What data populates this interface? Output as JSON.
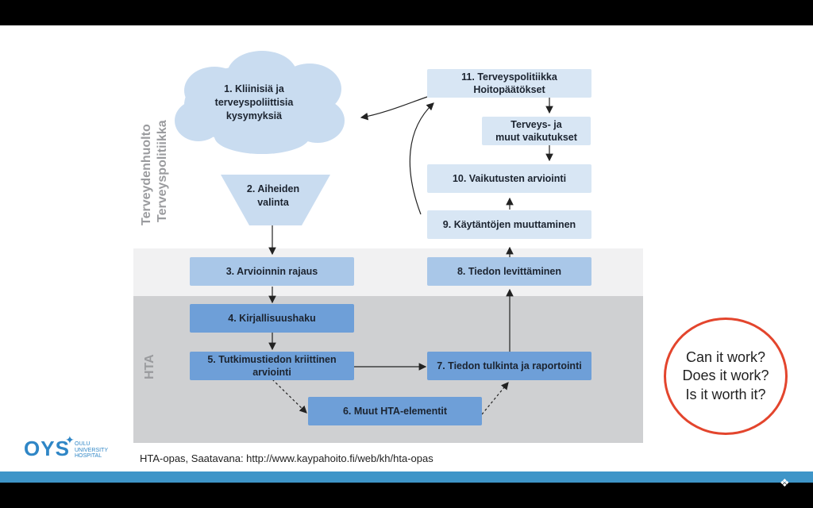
{
  "diagram": {
    "side_label_top_1": "Terveydenhuolto",
    "side_label_top_2": "Terveyspolitiikka",
    "side_label_bottom": "HTA",
    "steps": {
      "s1": [
        "1. Kliinisiä ja",
        "terveyspoliittisia",
        "kysymyksiä"
      ],
      "s2": [
        "2. Aiheiden",
        "valinta"
      ],
      "s3": "3. Arvioinnin rajaus",
      "s4": "4. Kirjallisuushaku",
      "s5": [
        "5. Tutkimustiedon kriittinen",
        "arviointi"
      ],
      "s6": "6. Muut HTA-elementit",
      "s7": "7. Tiedon tulkinta ja raportointi",
      "s8": "8. Tiedon levittäminen",
      "s9": "9. Käytäntöjen muuttaminen",
      "s10": "10. Vaikutusten arviointi",
      "s10b": [
        "Terveys- ja",
        "muut vaikutukset"
      ],
      "s11": [
        "11. Terveyspolitiikka",
        "Hoitopäätökset"
      ]
    }
  },
  "source_text": "HTA-opas, Saatavana: http://www.kaypahoito.fi/web/kh/hta-opas",
  "logo": {
    "name": "OYS",
    "sub1": "OULU",
    "sub2": "UNIVERSITY",
    "sub3": "HOSPITAL"
  },
  "callout": [
    "Can it work?",
    "Does it work?",
    "Is it worth it?"
  ],
  "colors": {
    "accent_bar": "#3e95c8",
    "circle": "#e3452d",
    "logo": "#2f86c6"
  }
}
